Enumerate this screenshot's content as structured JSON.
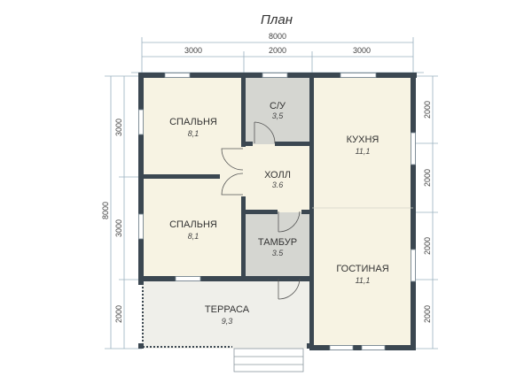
{
  "plan": {
    "title": "План",
    "overall_width": "8000",
    "overall_height": "8000",
    "top_dims": [
      "3000",
      "2000",
      "3000"
    ],
    "left_dims": [
      "3000",
      "3000",
      "2000"
    ],
    "right_dims": [
      "2000",
      "2000",
      "2000",
      "2000"
    ]
  },
  "rooms": {
    "bedroom_top": {
      "name": "СПАЛЬНЯ",
      "area": "8,1"
    },
    "wc": {
      "name": "С/У",
      "area": "3,5"
    },
    "kitchen": {
      "name": "КУХНЯ",
      "area": "11,1"
    },
    "hall": {
      "name": "ХОЛЛ",
      "area": "3.6"
    },
    "bedroom_bottom": {
      "name": "СПАЛЬНЯ",
      "area": "8,1"
    },
    "vestibule": {
      "name": "ТАМБУР",
      "area": "3.5"
    },
    "living": {
      "name": "ГОСТИНАЯ",
      "area": "11,1"
    },
    "terrace": {
      "name": "ТЕРРАСА",
      "area": "9,3"
    }
  },
  "colors": {
    "wall": "#3b4751",
    "living_floor": "#f7f3e3",
    "wet_floor": "#d5d6d1",
    "terrace_floor": "#efefea",
    "dim_line": "#9ab0bf"
  }
}
